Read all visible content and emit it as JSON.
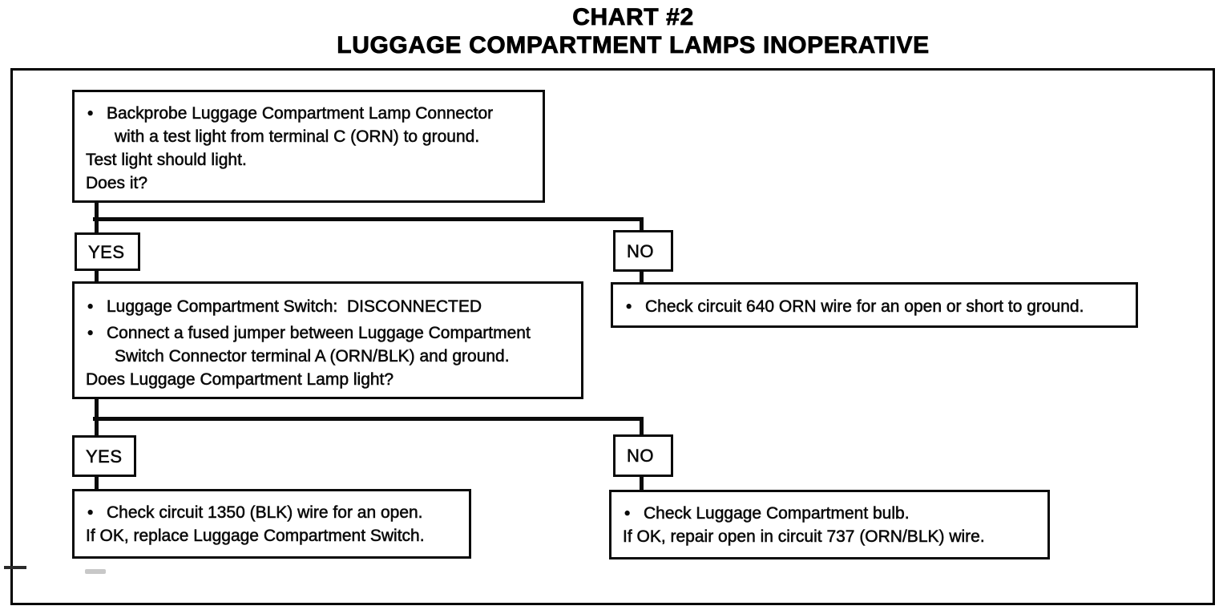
{
  "glyphs": {
    "bullet": "•"
  },
  "title": {
    "line1": "CHART #2",
    "line2": "LUGGAGE COMPARTMENT LAMPS INOPERATIVE"
  },
  "flowchart": {
    "step1": {
      "bullet1_line1": "Backprobe Luggage Compartment Lamp Connector",
      "bullet1_line2": "with a test light from terminal C (ORN) to ground.",
      "statement": "Test light should light.",
      "question": "Does it?"
    },
    "branch1": {
      "yes": "YES",
      "no": "NO"
    },
    "no1_result": {
      "bullet1": "Check circuit 640 ORN wire for an open or short to ground."
    },
    "step2": {
      "bullet1": "Luggage Compartment Switch:  DISCONNECTED",
      "bullet2_line1": "Connect a fused jumper between Luggage Compartment",
      "bullet2_line2": "Switch Connector terminal A (ORN/BLK) and ground.",
      "question": "Does Luggage Compartment Lamp light?"
    },
    "branch2": {
      "yes": "YES",
      "no": "NO"
    },
    "yes2_result": {
      "bullet1": "Check circuit 1350 (BLK) wire for an open.",
      "line2": "If OK, replace Luggage Compartment Switch."
    },
    "no2_result": {
      "bullet1": "Check Luggage Compartment bulb.",
      "line2": "If OK, repair open in circuit 737 (ORN/BLK) wire."
    }
  }
}
